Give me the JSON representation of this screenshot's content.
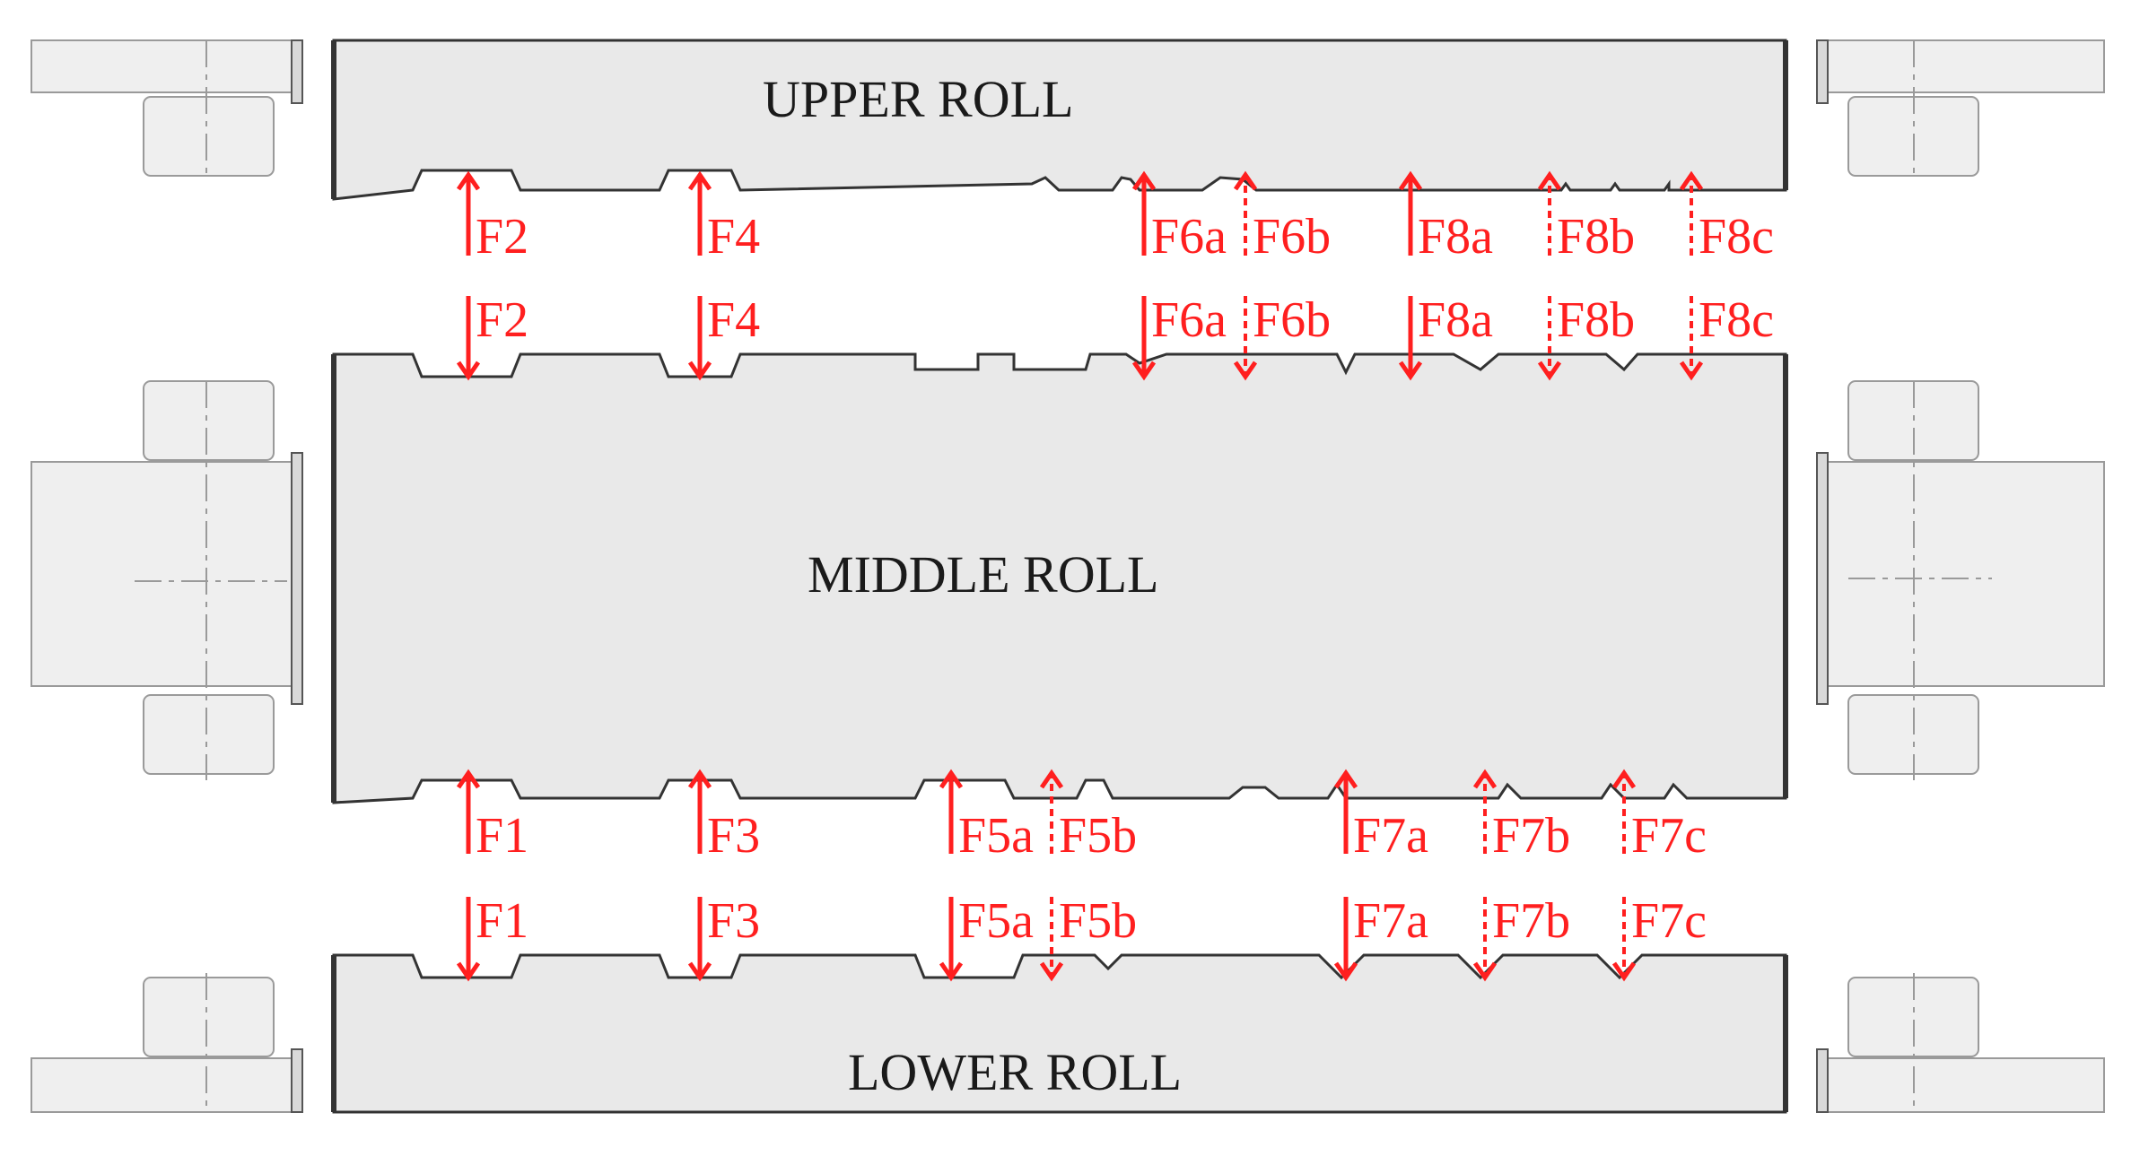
{
  "rolls": {
    "upper": {
      "label": "UPPER ROLL"
    },
    "middle": {
      "label": "MIDDLE ROLL"
    },
    "lower": {
      "label": "LOWER ROLL"
    }
  },
  "forces": {
    "upper_gap": {
      "upper_side": [
        "F2",
        "F4",
        "F6a",
        "F6b",
        "F8a",
        "F8b",
        "F8c"
      ],
      "middle_side": [
        "F2",
        "F4",
        "F6a",
        "F6b",
        "F8a",
        "F8b",
        "F8c"
      ]
    },
    "lower_gap": {
      "middle_side": [
        "F1",
        "F3",
        "F5a",
        "F5b",
        "F7a",
        "F7b",
        "F7c"
      ],
      "lower_side": [
        "F1",
        "F3",
        "F5a",
        "F5b",
        "F7a",
        "F7b",
        "F7c"
      ]
    }
  },
  "colors": {
    "roll_fill": "#e8e8e8",
    "roll_outline": "#3a3a3a",
    "force_arrow": "#ff1f1f",
    "label_text": "#1a1a1a"
  },
  "arrow_styles": {
    "solid": "primary force",
    "dotted": "secondary force"
  }
}
